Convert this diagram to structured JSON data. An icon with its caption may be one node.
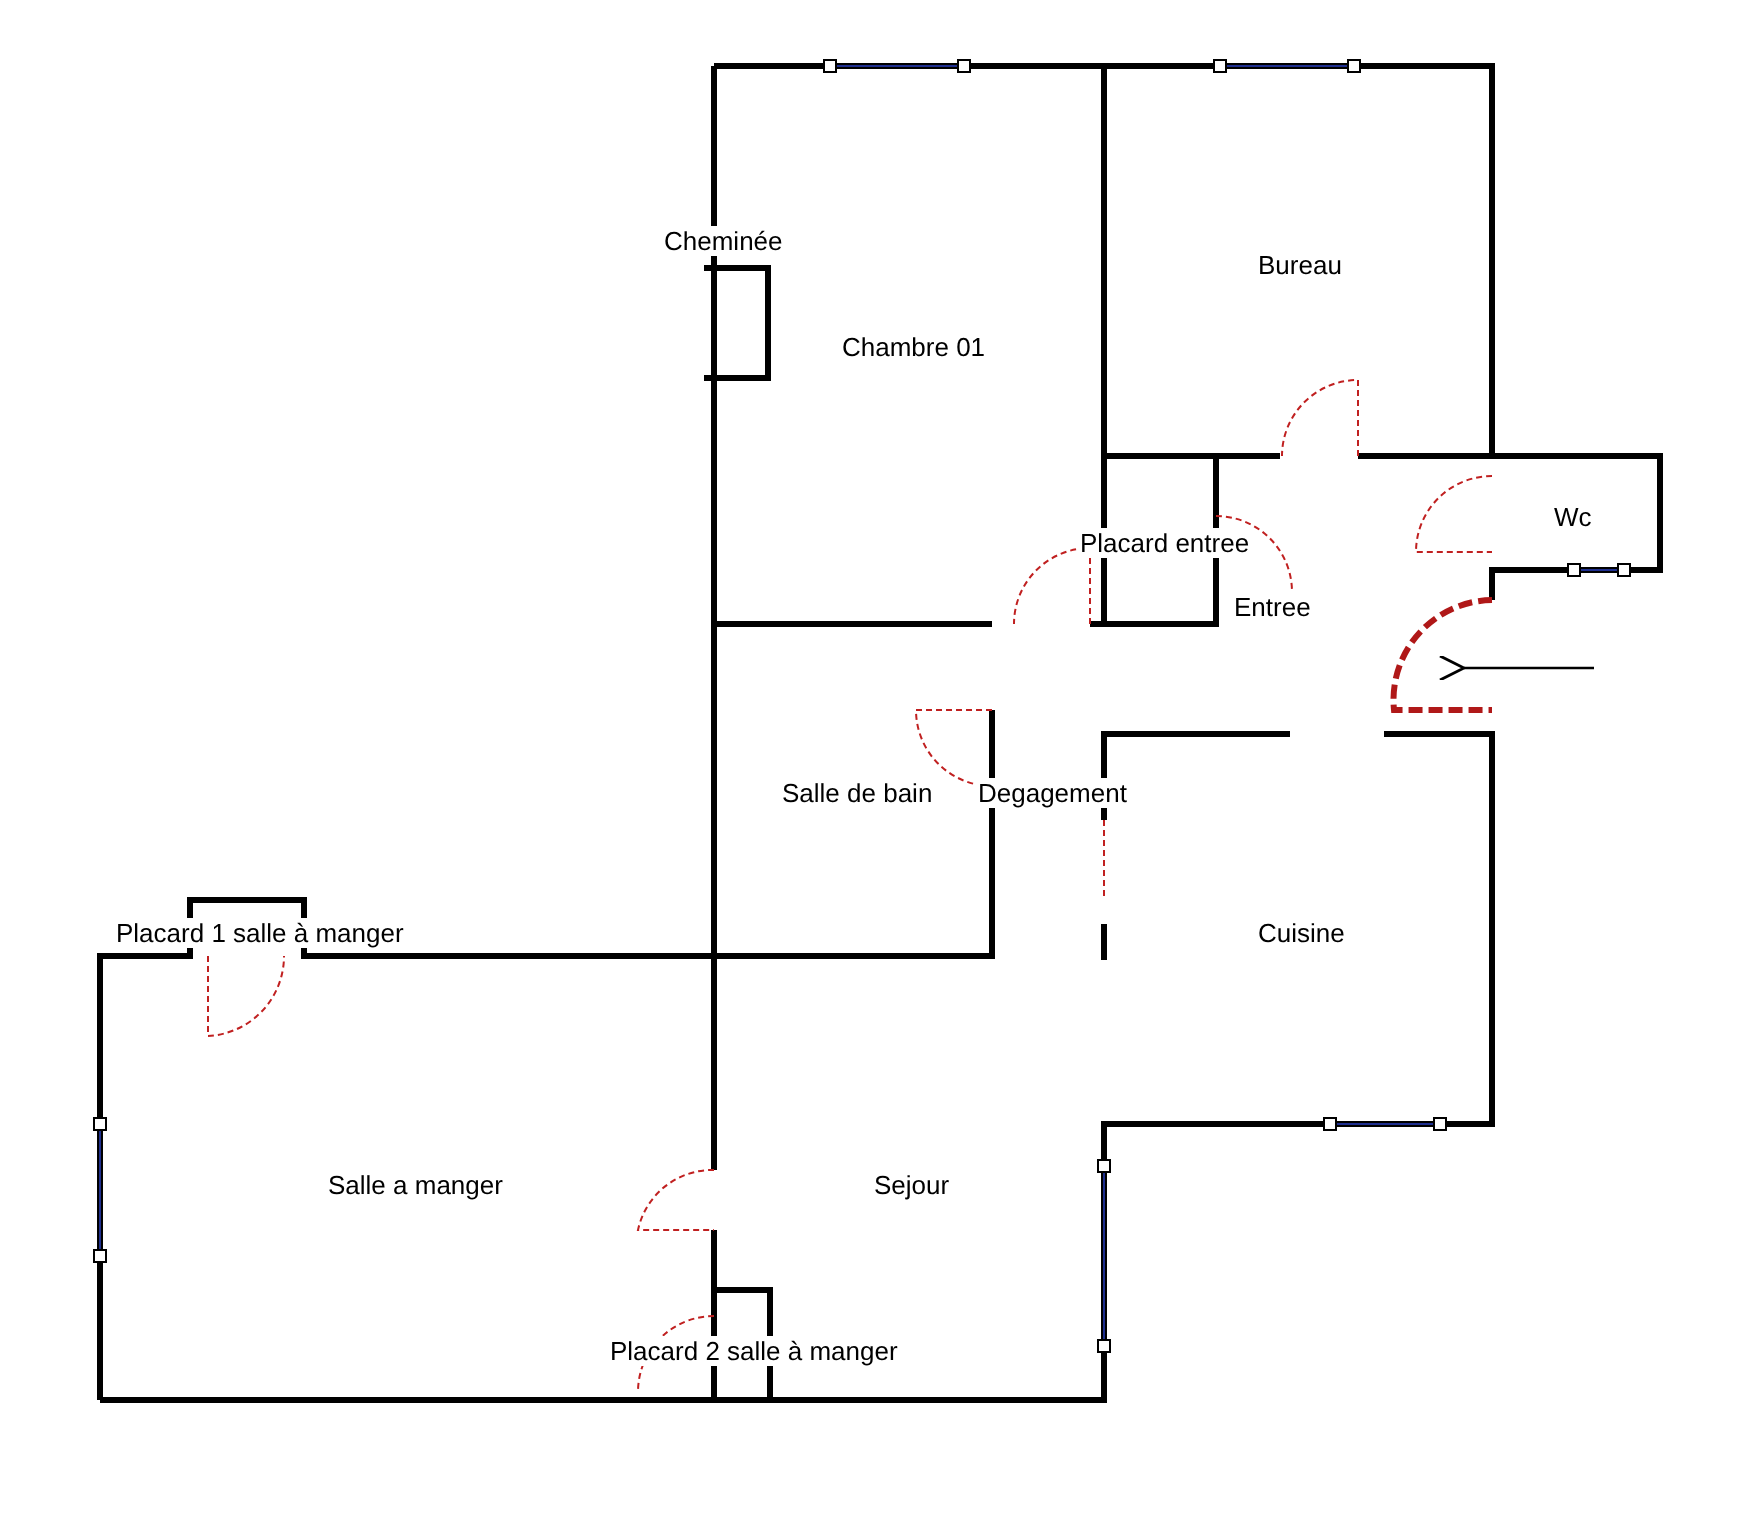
{
  "diagram": {
    "labels": [
      "Cheminée",
      "Bureau",
      "Chambre 01",
      "Wc",
      "Placard entree",
      "Entree",
      "Salle de bain",
      "Degagement",
      "Cuisine",
      "Placard 1 salle à manger",
      "Salle a manger",
      "Sejour",
      "Placard 2 salle à manger"
    ]
  }
}
